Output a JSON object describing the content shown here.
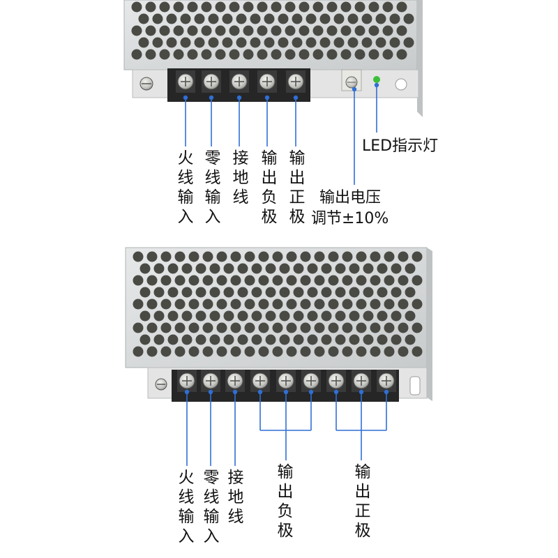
{
  "colors": {
    "callout_line": "#2f6fd6",
    "callout_dot": "#2f6fd6",
    "chassis": "#d9dbdc",
    "chassis_edge": "#aeb1b3",
    "hole": "#4a4a44",
    "terminal_block": "#262626",
    "terminal_screw": "#c9c9c6",
    "led": "#3bbf3b",
    "text": "#111111"
  },
  "top_unit": {
    "labels": {
      "live_input": "火线输入",
      "neutral_input": "零线输入",
      "ground": "接地线",
      "output_negative": "输出负极",
      "output_positive": "输出正极",
      "led_indicator": "LED指示灯",
      "voltage_adjust_line1": "输出电压",
      "voltage_adjust_line2": "调节±10%"
    }
  },
  "bottom_unit": {
    "labels": {
      "live_input": "火线输入",
      "neutral_input": "零线输入",
      "ground": "接地线",
      "output_negative": "输出负极",
      "output_positive": "输出正极"
    }
  }
}
